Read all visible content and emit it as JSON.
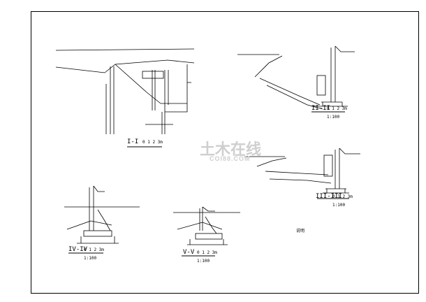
{
  "sections": {
    "s1": {
      "label": "I-I",
      "scale": "0 1 2 3m"
    },
    "s2": {
      "label": "II-II",
      "scale": "0 1 2 3m",
      "ratio": "1:100"
    },
    "s3": {
      "label": "III-III",
      "scale": "0 1 2 3m",
      "ratio": "1:100"
    },
    "s4": {
      "label": "IV-IV",
      "scale": "0 1 2 3m",
      "ratio": "1:100"
    },
    "s5": {
      "label": "V-V",
      "scale": "0 1 2 3m",
      "ratio": "1:100"
    }
  },
  "notes": {
    "title": "说明"
  },
  "watermark": {
    "main": "土木在线",
    "sub": "COI88.COM"
  }
}
